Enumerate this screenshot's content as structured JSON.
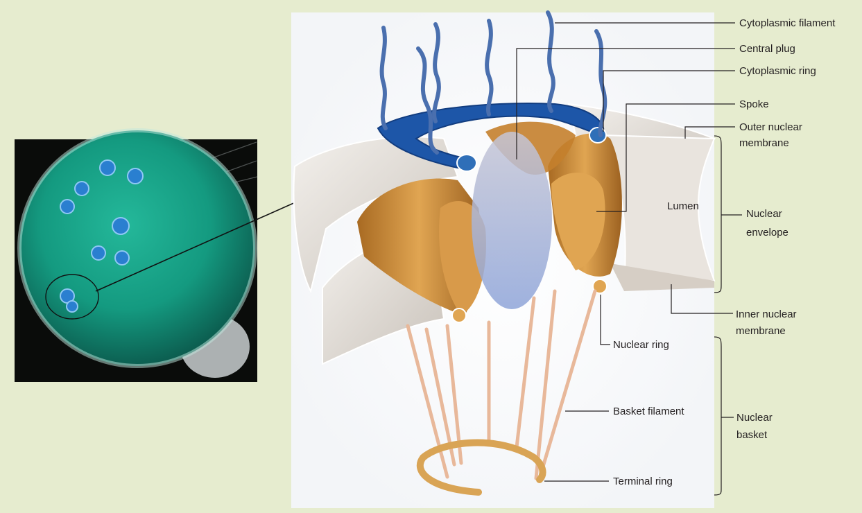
{
  "labels": {
    "cytoplasmic_filament": "Cytoplasmic filament",
    "central_plug": "Central plug",
    "cytoplasmic_ring": "Cytoplasmic ring",
    "spoke": "Spoke",
    "outer_nuclear_membrane_1": "Outer nuclear",
    "outer_nuclear_membrane_2": "membrane",
    "lumen": "Lumen",
    "nuclear_envelope_1": "Nuclear",
    "nuclear_envelope_2": "envelope",
    "inner_nuclear_membrane_1": "Inner nuclear",
    "inner_nuclear_membrane_2": "membrane",
    "nuclear_ring": "Nuclear ring",
    "basket_filament": "Basket filament",
    "nuclear_basket_1": "Nuclear",
    "nuclear_basket_2": "basket",
    "terminal_ring": "Terminal ring"
  },
  "colors": {
    "background": "#e6eccf",
    "cell": "#1fa58c",
    "pore_blue": "#2f6fb8",
    "ring_blue": "#1d4f9c",
    "protein_gold": "#c98a35",
    "membrane_grey": "#dcd6cf",
    "plug": "#a8b4d6",
    "basket": "#e8b89a"
  }
}
